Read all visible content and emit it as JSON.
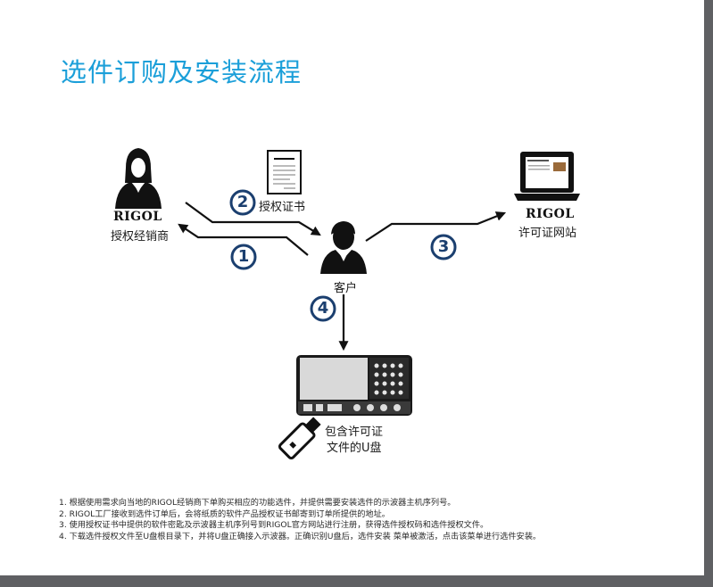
{
  "title": "选件订购及安装流程",
  "labels": {
    "brand_left": "RIGOL",
    "distributor": "授权经销商",
    "certificate": "授权证书",
    "customer": "客户",
    "brand_right": "RIGOL",
    "license_site": "许可证网站",
    "usb_line1": "包含许可证",
    "usb_line2": "文件的U盘"
  },
  "steps": [
    "1",
    "2",
    "3",
    "4"
  ],
  "notes": [
    "1. 根据使用需求向当地的RIGOL经销商下单购买相应的功能选件，并提供需要安装选件的示波器主机序列号。",
    "2. RIGOL工厂接收到选件订单后，会将纸质的软件产品授权证书邮寄到订单所提供的地址。",
    "3. 使用授权证书中提供的软件密匙及示波器主机序列号到RIGOL官方网站进行注册，获得选件授权码和选件授权文件。",
    "4. 下载选件授权文件至U盘根目录下，并将U盘正确接入示波器。正确识别U盘后，选件安装 菜单被激活，点击该菜单进行选件安装。"
  ],
  "colors": {
    "title": "#1b9fd9",
    "step_number": "#1b3f6f",
    "frame": "#5f6063"
  },
  "icons": [
    "distributor-person-icon",
    "certificate-icon",
    "customer-person-icon",
    "laptop-icon",
    "oscilloscope-icon",
    "usb-drive-icon"
  ]
}
